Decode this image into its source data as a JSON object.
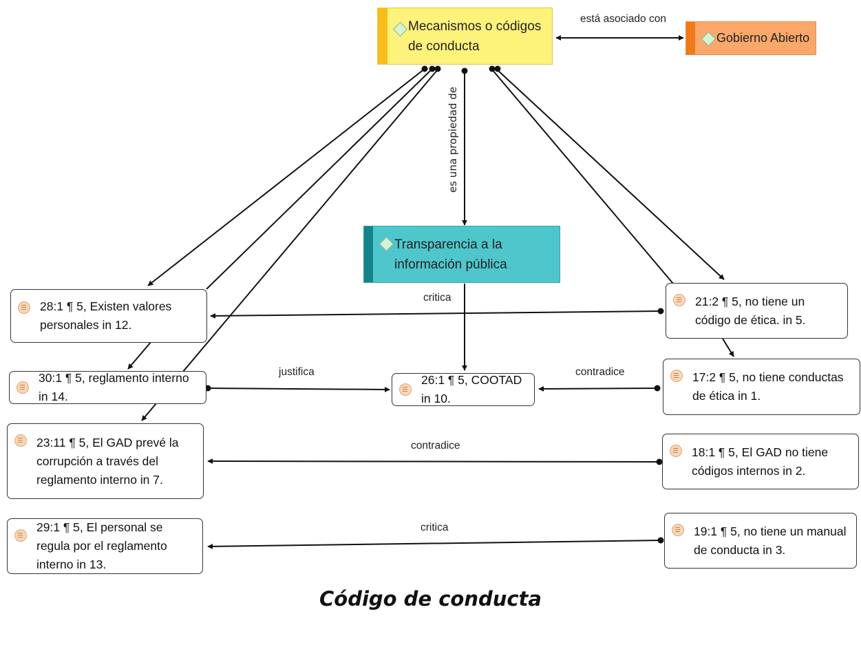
{
  "codes": {
    "mechanisms": {
      "label": "Mecanismos o códigos de conducta",
      "fill": "#fdf27a",
      "accent": "#f6bd1c"
    },
    "open_government": {
      "label": "Gobierno Abierto",
      "fill": "#f9a86a",
      "accent": "#f07a1a"
    },
    "transparency": {
      "label": "Transparencia a la información pública",
      "fill": "#4fc6cc",
      "accent": "#16838a"
    }
  },
  "quotes": {
    "q28": "28:1 ¶ 5, Existen valores personales in 12.",
    "q30": "30:1 ¶ 5, reglamento interno in 14.",
    "q23": "23:11 ¶ 5, El GAD prevé la corrupción a través del reglamento interno in 7.",
    "q29": "29:1 ¶ 5, El personal se regula por el reglamento interno in 13.",
    "q26": "26:1 ¶ 5, COOTAD in 10.",
    "q21": "21:2 ¶ 5, no tiene un código de ética. in 5.",
    "q17": "17:2 ¶ 5, no tiene conductas de ética in 1.",
    "q18": "18:1 ¶ 5, El GAD no tiene códigos internos in 2.",
    "q19": "19:1 ¶ 5, no tiene un manual de conducta in 3."
  },
  "relations": {
    "associated": "está asociado con",
    "property": "es una propiedad de",
    "critica_1": "critica",
    "justifica": "justifica",
    "contradice_1": "contradice",
    "contradice_2": "contradice",
    "critica_2": "critica"
  },
  "caption": "Código de conducta"
}
